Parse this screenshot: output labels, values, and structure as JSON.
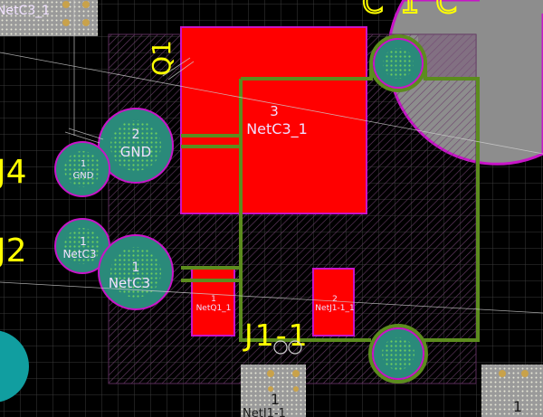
{
  "colors": {
    "background": "#000000",
    "grid": "#3a3a3a",
    "copper_red": "#ff0000",
    "pad_teal": "#2a8a7a",
    "pad_dots": "#6fcf5f",
    "outline_green": "#5c8c1e",
    "keepout_magenta": "#c814c8",
    "designator_yellow": "#ffff00",
    "net_text": "#f0e0ff",
    "cyan_pad": "#119ea0",
    "gray_component": "#9a9a9a"
  },
  "designators": {
    "q1": "Q1",
    "j4": "J4",
    "j2": "J2",
    "j1_1": "J1-1",
    "top_partial": "C1C"
  },
  "nets": {
    "top_left_partial": "NetC3_1",
    "q1_pad3_number": "3",
    "q1_pad3_net": "NetC3_1",
    "j4_pad2_number": "2",
    "j4_pad2_net": "GND",
    "j4_pad1_number": "1",
    "j4_pad1_net": "GND",
    "j2_pad1_small_number": "1",
    "j2_pad1_small_net": "NetC3",
    "j2_pad1_big_number": "1",
    "j2_pad1_big_net": "NetC3",
    "q1_pad1_number": "1",
    "q1_pad1_net": "NetQ1_1",
    "q1_pad2_number": "2",
    "q1_pad2_net": "NetJ1-1_1",
    "bottom_header_number": "1",
    "bottom_header_net": "NetJ1-1",
    "bottom_right_number": "1"
  }
}
